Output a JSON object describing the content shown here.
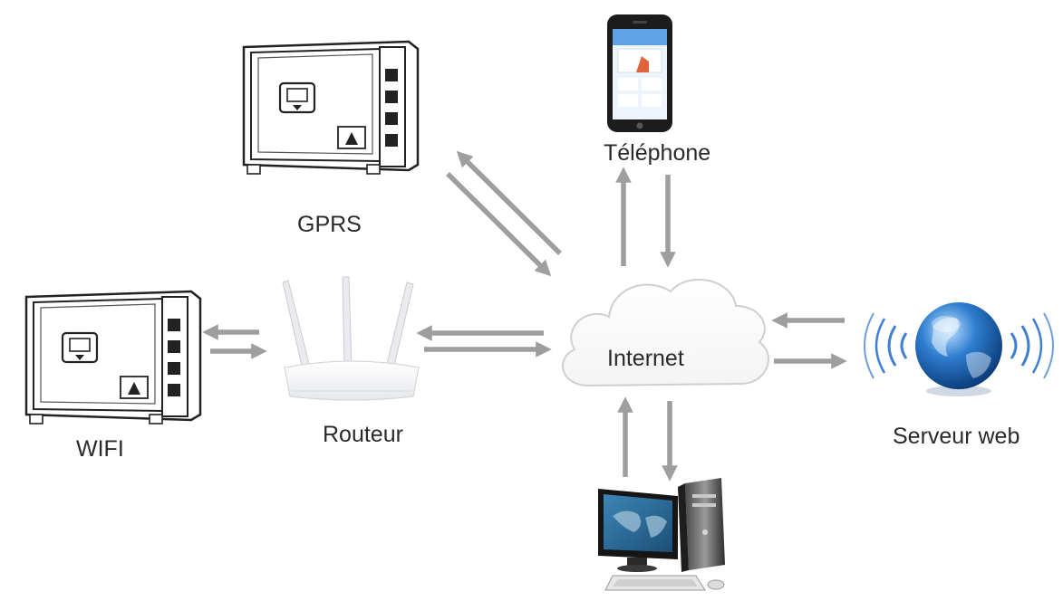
{
  "nodes": {
    "gprs": {
      "label": "GPRS"
    },
    "wifi": {
      "label": "WIFI"
    },
    "router": {
      "label": "Routeur"
    },
    "phone": {
      "label": "Téléphone"
    },
    "internet": {
      "label": "Internet"
    },
    "server": {
      "label": "Serveur web"
    },
    "computer": {
      "label": ""
    }
  },
  "colors": {
    "arrow": "#9e9e9e",
    "line": "#222222",
    "globe_blue": "#1f64b6",
    "wave_blue": "#3f7fd1",
    "phone_screen": "#5da3e6",
    "monitor_screen": "#2c6f9a"
  },
  "icons": {
    "gprs": "inverter-icon",
    "wifi": "inverter-icon",
    "router": "wifi-router-icon",
    "phone": "smartphone-icon",
    "internet": "cloud-icon",
    "server": "globe-icon",
    "computer": "desktop-computer-icon"
  }
}
